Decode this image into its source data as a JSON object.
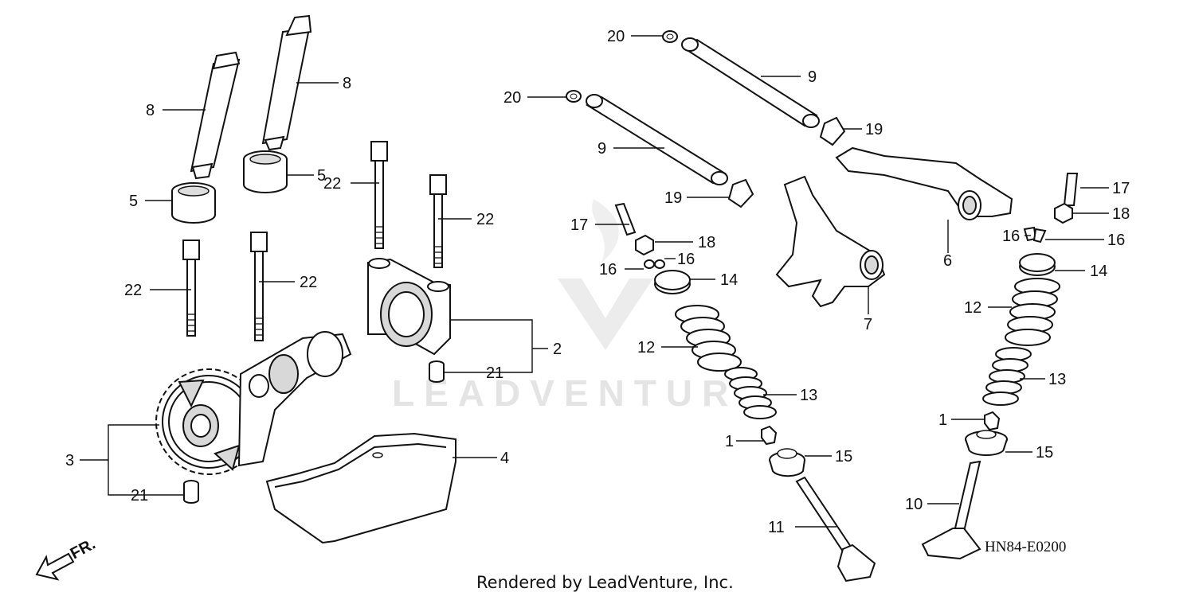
{
  "watermark": "LEADVENTURE",
  "direction_marker": "FR.",
  "diagram_code": "HN84-E0200",
  "credit": "Rendered by LeadVenture, Inc.",
  "callouts": {
    "c1a": "1",
    "c1b": "1",
    "c2": "2",
    "c3": "3",
    "c4": "4",
    "c5a": "5",
    "c5b": "5",
    "c6": "6",
    "c7": "7",
    "c8a": "8",
    "c8b": "8",
    "c9a": "9",
    "c9b": "9",
    "c10": "10",
    "c11": "11",
    "c12a": "12",
    "c12b": "12",
    "c13a": "13",
    "c13b": "13",
    "c14a": "14",
    "c14b": "14",
    "c15a": "15",
    "c15b": "15",
    "c16a": "16",
    "c16b": "16",
    "c16c": "16",
    "c16d": "16",
    "c17a": "17",
    "c17b": "17",
    "c18a": "18",
    "c18b": "18",
    "c19a": "19",
    "c19b": "19",
    "c20a": "20",
    "c20b": "20",
    "c21a": "21",
    "c21b": "21",
    "c22a": "22",
    "c22b": "22",
    "c22c": "22",
    "c22d": "22"
  }
}
